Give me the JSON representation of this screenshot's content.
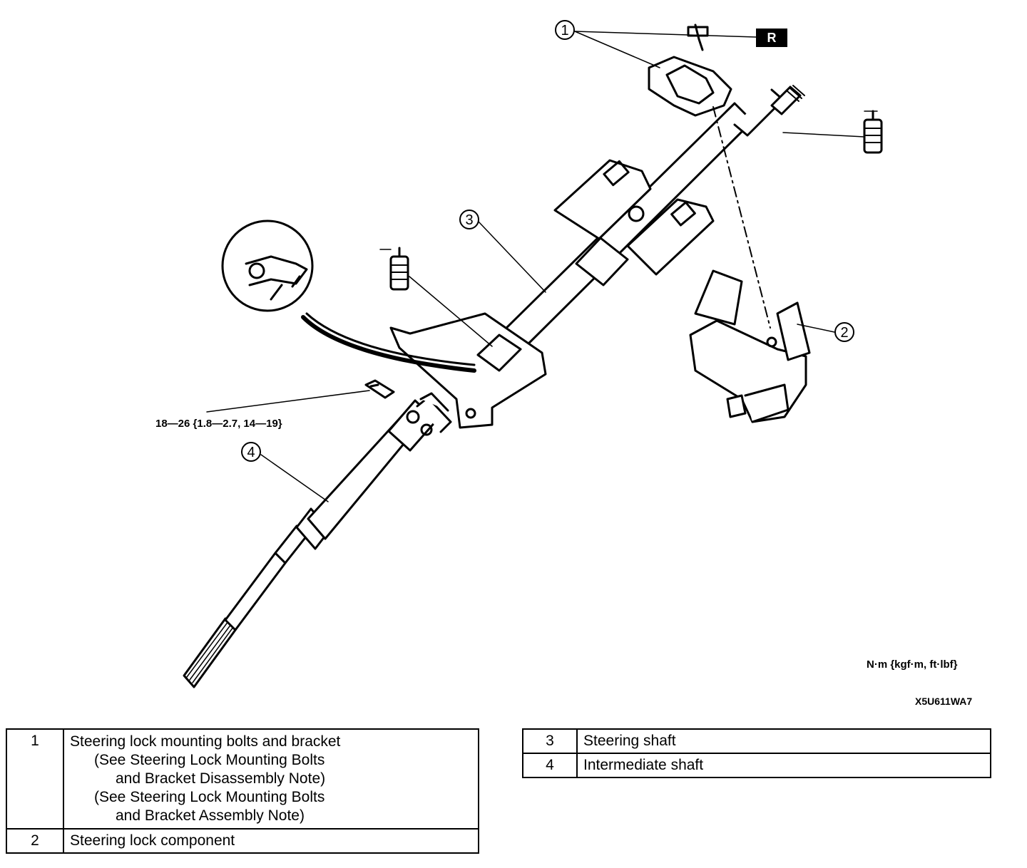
{
  "callouts": [
    "1",
    "2",
    "3",
    "4"
  ],
  "badge": "R",
  "torque_spec": "18—26 {1.8—2.7, 14—19}",
  "unit_label": "N·m {kgf·m, ft·lbf}",
  "figure_id": "X5U611WA7",
  "parts_table_left": [
    {
      "num": "1",
      "name": "Steering lock mounting bolts and bracket",
      "note1_a": "(See Steering Lock Mounting Bolts",
      "note1_b": "and Bracket Disassembly Note)",
      "note2_a": "(See Steering Lock Mounting Bolts",
      "note2_b": "and Bracket Assembly Note)"
    },
    {
      "num": "2",
      "name": "Steering lock component"
    }
  ],
  "parts_table_right": [
    {
      "num": "3",
      "name": "Steering shaft"
    },
    {
      "num": "4",
      "name": "Intermediate shaft"
    }
  ]
}
